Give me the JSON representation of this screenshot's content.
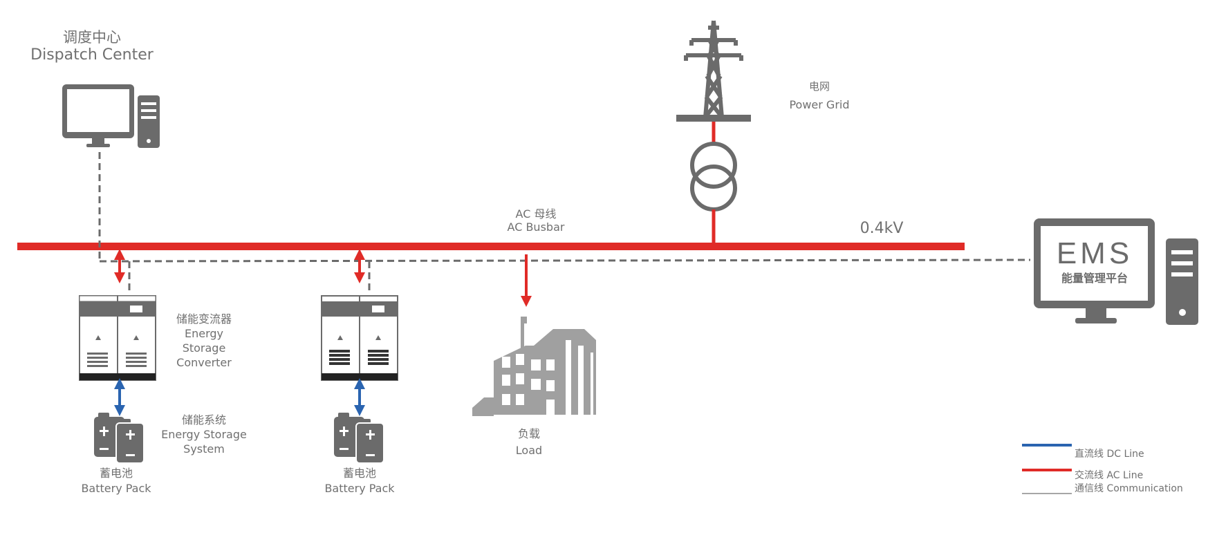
{
  "colors": {
    "ac_line": "#e02b27",
    "dc_line": "#2a64b0",
    "comm_line": "#6b6b6b",
    "icon_dark": "#6b6b6b",
    "icon_light": "#a0a0a0",
    "text": "#707070"
  },
  "dispatch": {
    "zh": "调度中心",
    "en": "Dispatch Center",
    "icon": "desktop-computer-icon"
  },
  "grid": {
    "zh": "电网",
    "en": "Power Grid",
    "icon": "transmission-tower-icon"
  },
  "busbar": {
    "zh": "AC 母线",
    "en": "AC Busbar",
    "voltage": "0.4kV"
  },
  "ems": {
    "title": "EMS",
    "subtitle": "能量管理平台",
    "icon": "ems-computer-icon"
  },
  "converter": {
    "zh": "储能变流器",
    "en1": "Energy",
    "en2": "Storage",
    "en3": "Converter"
  },
  "storage_system": {
    "zh": "储能系统",
    "en1": "Energy Storage",
    "en2": "System"
  },
  "battery1": {
    "zh": "蓄电池",
    "en": "Battery Pack"
  },
  "battery2": {
    "zh": "蓄电池",
    "en": "Battery Pack"
  },
  "load": {
    "zh": "负载",
    "en": "Load",
    "icon": "factory-icon"
  },
  "legend": {
    "dc": "直流线 DC Line",
    "ac": "交流线 AC Line",
    "comm": "通信线 Communication"
  }
}
